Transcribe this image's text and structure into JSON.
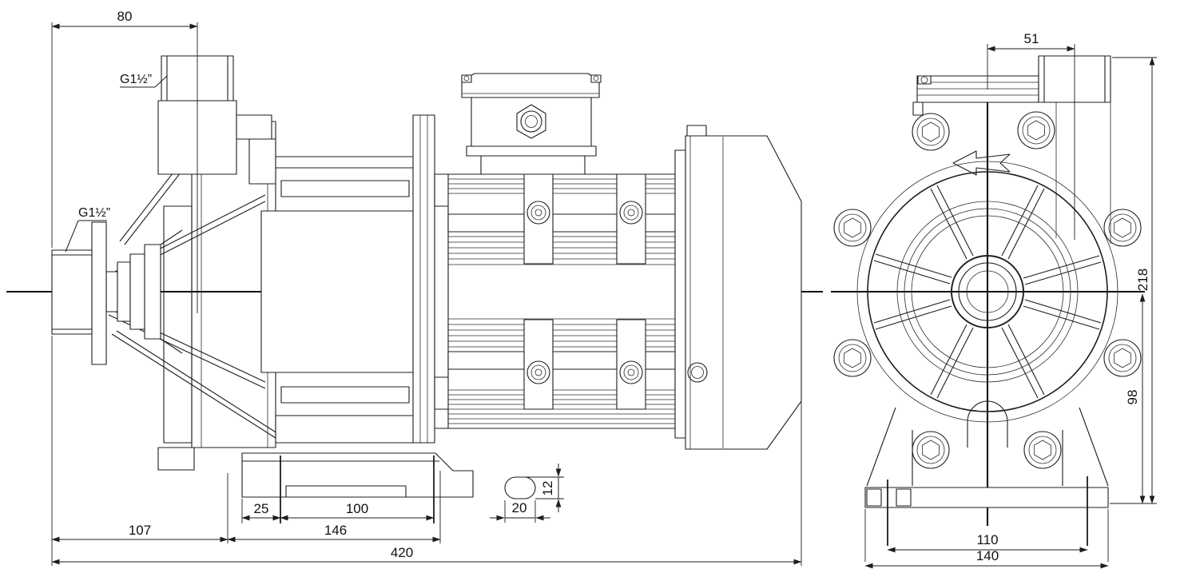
{
  "page": {
    "background": "#ffffff",
    "line_color": "#1d1d1d",
    "kind": "pump-outline-dimension-drawing"
  },
  "drawing": {
    "views": {
      "side": "side-view",
      "front": "front-view"
    },
    "port_labels": {
      "discharge": "G1½”",
      "suction": "G1½”"
    },
    "dimensions": {
      "d80": "80",
      "d107": "107",
      "d146": "146",
      "d420": "420",
      "d25": "25",
      "d100": "100",
      "d20": "20",
      "d12": "12",
      "d51": "51",
      "d218": "218",
      "d98": "98",
      "d110": "110",
      "d140": "140"
    }
  }
}
